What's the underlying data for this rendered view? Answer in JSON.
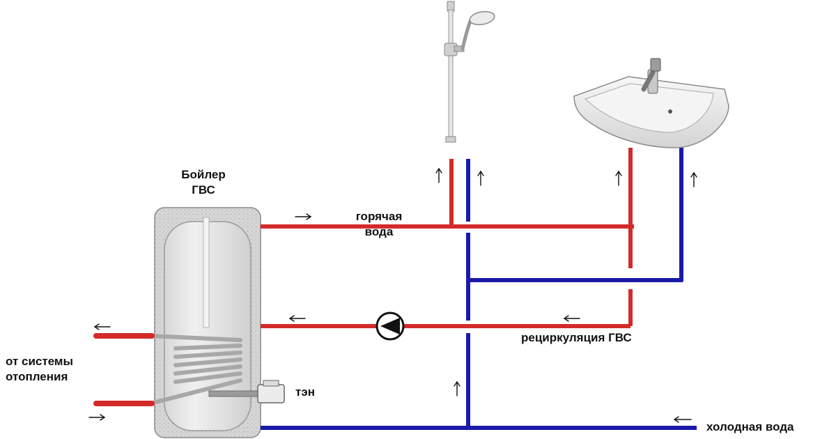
{
  "labels": {
    "boiler_line1": "Бойлер",
    "boiler_line2": "ГВС",
    "hot_water_line1": "горячая",
    "hot_water_line2": "вода",
    "recirculation": "рециркуляция ГВС",
    "heating_line1": "от системы",
    "heating_line2": "отопления",
    "heating_element": "тэн",
    "cold_water": "холодная вода"
  },
  "colors": {
    "hot_pipe": "#d42a2a",
    "cold_pipe": "#1a1aa8",
    "background": "#ffffff",
    "boiler_body": "#e4e4e4"
  },
  "icons": {
    "shower": "shower-icon",
    "sink": "sink-icon",
    "pump": "circulation-pump-icon"
  }
}
